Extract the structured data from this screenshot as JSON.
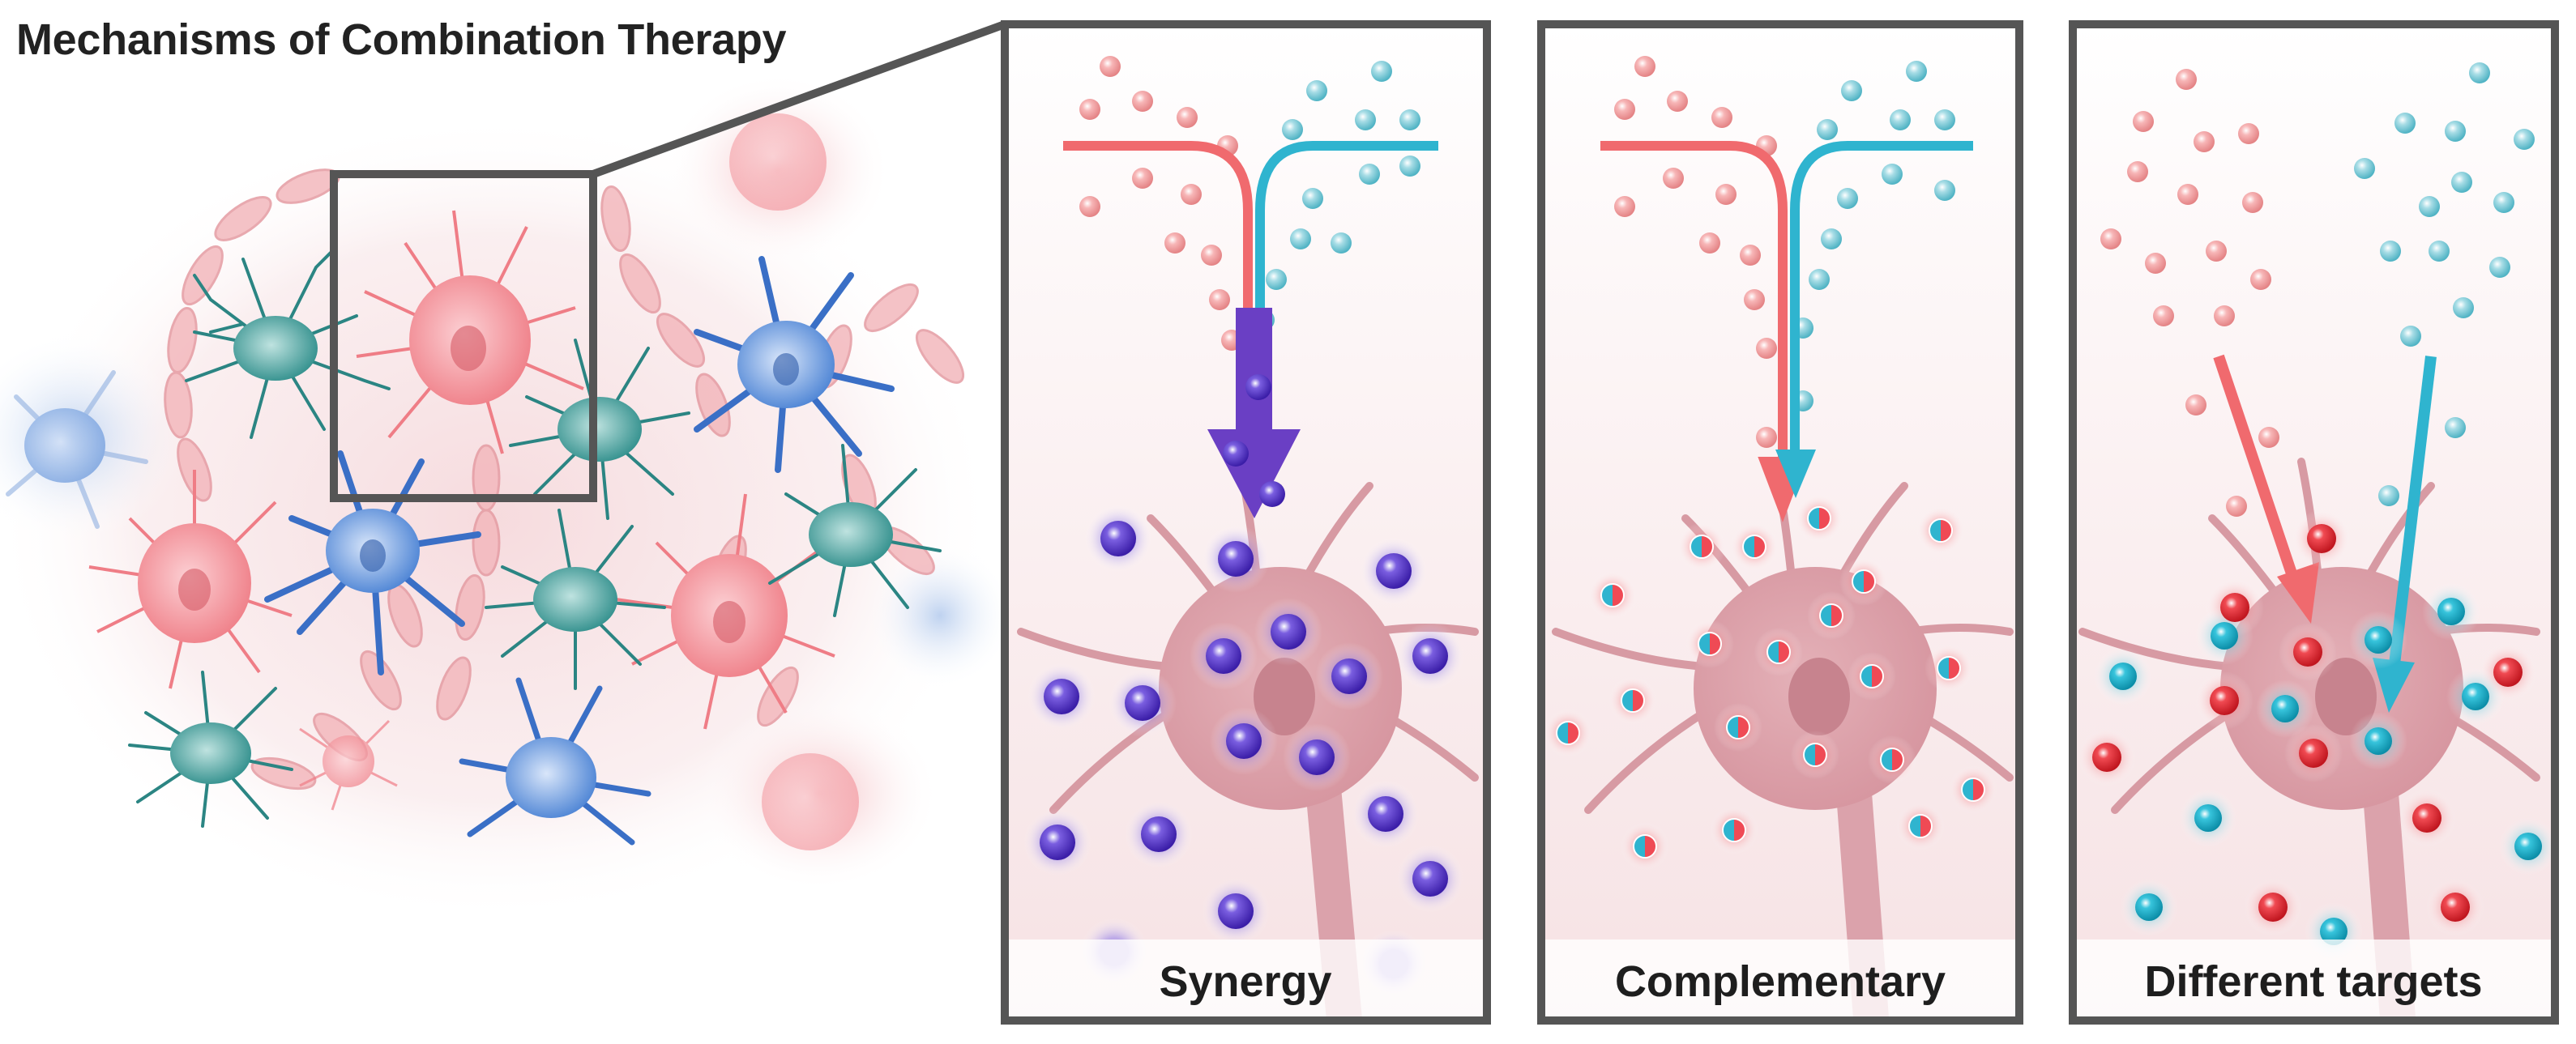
{
  "title": "Mechanisms of Combination Therapy",
  "colors": {
    "drug_a": "#f06a6e",
    "drug_b": "#2fb4cf",
    "combined": "#6a3fc4",
    "frame": "#555555",
    "neuron_pink": "#f0848b",
    "neuron_body": "#d9a3ab",
    "astro_blue": "#3f7ad0",
    "micro_teal": "#2c8e8c"
  },
  "panels": [
    {
      "id": "synergy",
      "label": "Synergy"
    },
    {
      "id": "complementary",
      "label": "Complementary"
    },
    {
      "id": "different",
      "label": "Different targets"
    }
  ]
}
